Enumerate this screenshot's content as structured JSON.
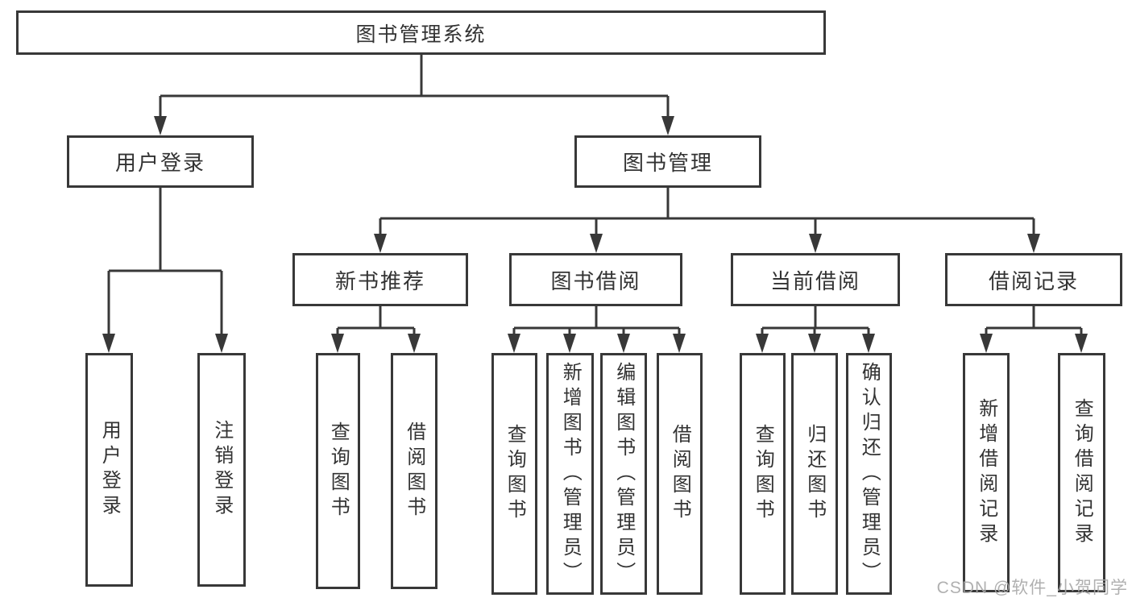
{
  "diagram": {
    "root": {
      "label": "图书管理系统"
    },
    "level2": [
      {
        "label": "用户登录"
      },
      {
        "label": "图书管理"
      }
    ],
    "level3": [
      {
        "label": "新书推荐"
      },
      {
        "label": "图书借阅"
      },
      {
        "label": "当前借阅"
      },
      {
        "label": "借阅记录"
      }
    ],
    "leaves": {
      "user_login": [
        "用户登录",
        "注销登录"
      ],
      "new_books": [
        "查询图书",
        "借阅图书"
      ],
      "book_borrow": [
        "查询图书",
        "新增图书（管理员）",
        "编辑图书（管理员）",
        "借阅图书"
      ],
      "current_borrow": [
        "查询图书",
        "归还图书",
        "确认归还（管理员）"
      ],
      "borrow_records": [
        "新增借阅记录",
        "查询借阅记录"
      ]
    }
  },
  "watermark": "CSDN @软件_小贺同学",
  "colors": {
    "line": "#383838",
    "text": "#333333",
    "watermark": "#a8a8a8",
    "background": "#ffffff"
  }
}
